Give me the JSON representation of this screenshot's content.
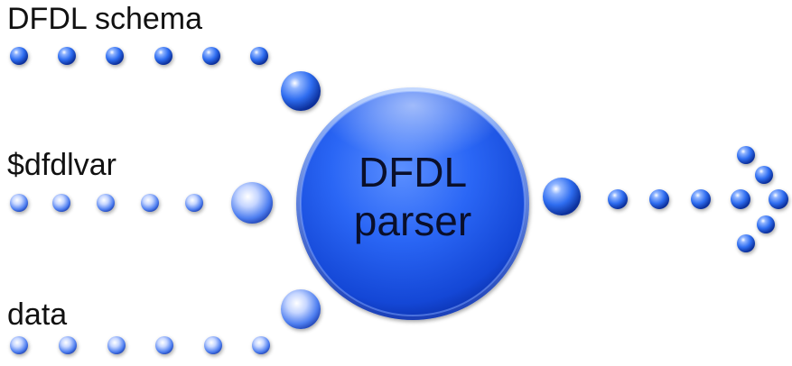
{
  "labels": {
    "schema": "DFDL schema",
    "variable": "$dfdlvar",
    "data": "data"
  },
  "parser": {
    "line1": "DFDL",
    "line2": "parser"
  },
  "colors": {
    "bead_light": "#8fb4ff",
    "bead_mid": "#2f6df0",
    "bead_dark": "#0b2f9a",
    "parser_light": "#4f86ff",
    "parser_mid": "#1f5ff0",
    "parser_dark": "#0a2fa8",
    "text": "#111111"
  },
  "icons": {
    "bead": "bead-icon",
    "parser": "parser-sphere-icon"
  }
}
